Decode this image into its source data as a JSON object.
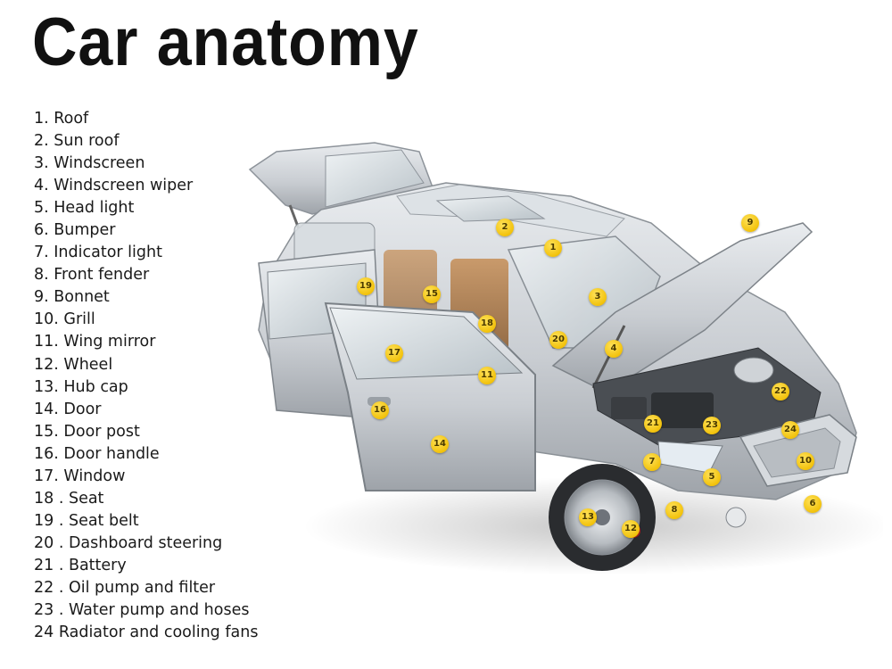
{
  "title": "Car anatomy",
  "legend": [
    "1. Roof",
    "2. Sun roof",
    "3. Windscreen",
    "4. Windscreen wiper",
    "5. Head light",
    "6. Bumper",
    "7. Indicator light",
    "8. Front fender",
    "9. Bonnet",
    "10. Grill",
    "11. Wing mirror",
    "12. Wheel",
    "13. Hub cap",
    "14. Door",
    "15. Door post",
    "16. Door handle",
    "17. Window",
    "18 . Seat",
    "19 . Seat belt",
    "20 . Dashboard steering",
    "21 . Battery",
    "22 . Oil pump and filter",
    "23 . Water pump and hoses",
    "24 Radiator and cooling fans"
  ],
  "markers": [
    "1",
    "2",
    "3",
    "4",
    "5",
    "6",
    "7",
    "8",
    "9",
    "10",
    "11",
    "12",
    "13",
    "14",
    "15",
    "16",
    "17",
    "18",
    "19",
    "20",
    "21",
    "22",
    "23",
    "24"
  ],
  "colors": {
    "marker": "#f2c20c",
    "title": "#111111",
    "car_body": "#cfd3d8",
    "interior": "#b98a5e"
  }
}
